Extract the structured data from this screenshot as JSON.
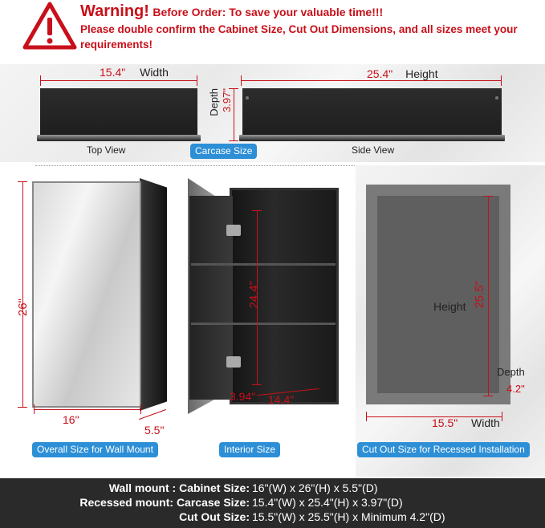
{
  "warning": {
    "title": "Warning!",
    "subtitle": "Before Order: To save your valuable time!!!",
    "body": "Please double confirm the Cabinet Size, Cut Out Dimensions, and all sizes meet your requirements!"
  },
  "carcase": {
    "width_value": "15.4\"",
    "width_label": "Width",
    "height_value": "25.4\"",
    "height_label": "Height",
    "depth_label": "Depth",
    "depth_value": "3.97\"",
    "top_view": "Top View",
    "side_view": "Side View",
    "badge": "Carcase Size"
  },
  "overall": {
    "height_value": "26\"",
    "width_value": "16\"",
    "depth_value": "5.5\"",
    "badge": "Overall Size for Wall Mount"
  },
  "interior": {
    "height_value": "24.4\"",
    "width_value": "14.4\"",
    "depth_value": "3.94\"",
    "badge": "Interior Size"
  },
  "cutout": {
    "height_label": "Height",
    "height_value": "25.5\"",
    "depth_label": "Depth",
    "depth_value": "4.2\"",
    "width_value": "15.5\"",
    "width_label": "Width",
    "badge": "Cut Out Size for Recessed Installation"
  },
  "specs": [
    {
      "key": "Wall mount : Cabinet Size:",
      "value": "16\"(W) x 26\"(H) x 5.5\"(D)"
    },
    {
      "key": "Recessed mount: Carcase Size:",
      "value": "15.4\"(W) x 25.4\"(H) x 3.97\"(D)"
    },
    {
      "key": "Cut Out Size:",
      "value": "15.5\"(W) x 25.5\"(H) x Minimum 4.2\"(D)"
    }
  ],
  "colors": {
    "accent_red": "#c8101a",
    "badge_blue": "#2d8fd6",
    "spec_bar": "#2a2a2a"
  }
}
